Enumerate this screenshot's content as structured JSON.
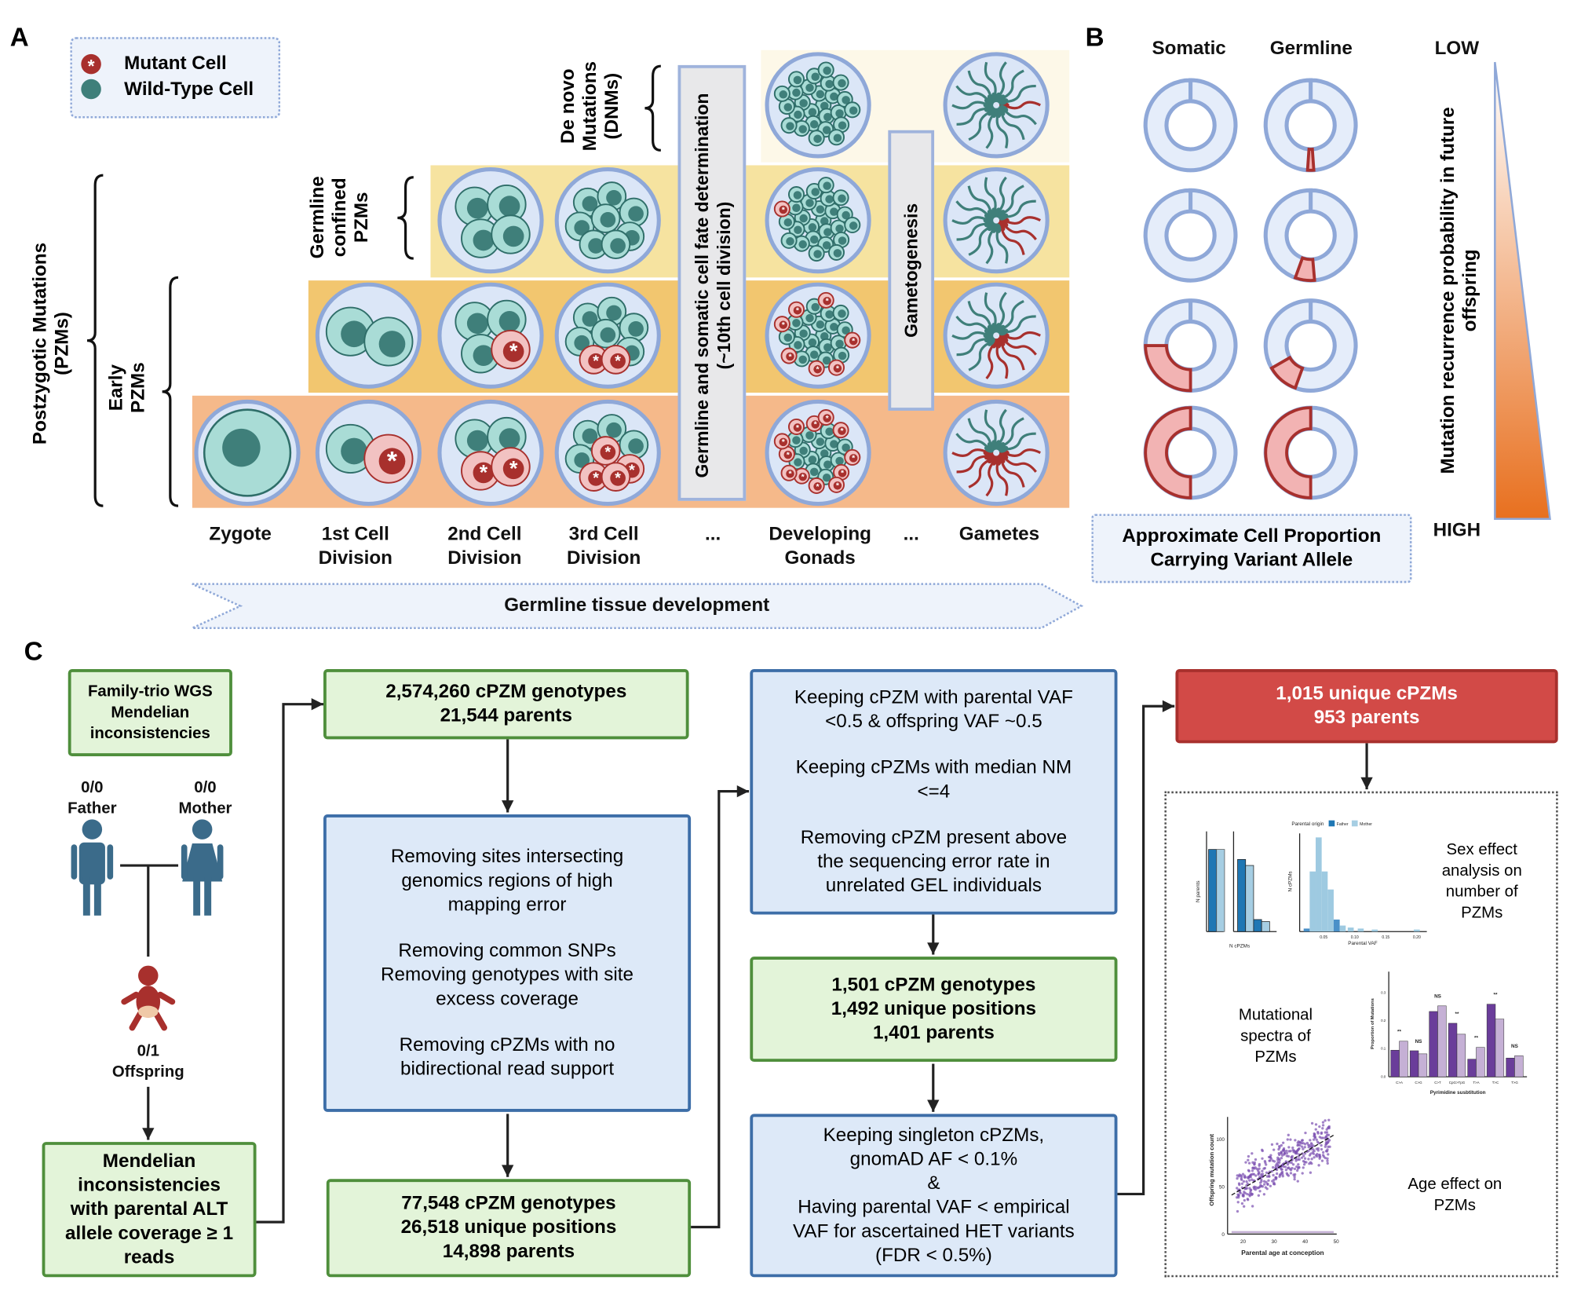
{
  "panels": {
    "a": "A",
    "b": "B",
    "c": "C"
  },
  "colors": {
    "mutant": "#a8302d",
    "wildtype": "#3f7f7a",
    "row_early": "#f5b98a",
    "row_mid": "#f2c66f",
    "row_top": "#f6e3a0",
    "row_dnm": "#fdf8e8",
    "green_box": "#e3f4d9",
    "blue_box": "#dde9f8",
    "red_box": "#d24a47",
    "gradient_high": "#e8701f"
  },
  "panel_a": {
    "legend": {
      "mutant": "Mutant Cell",
      "wildtype": "Wild-Type Cell"
    },
    "mutant_icon": "asterisk-cell-icon",
    "side_labels": {
      "pzm": [
        "Postzygotic Mutations",
        "(PZMs)"
      ],
      "early": [
        "Early",
        "PZMs"
      ],
      "germline_confined": [
        "Germline",
        "confined",
        "PZMs"
      ],
      "dnm": [
        "De novo",
        "Mutations",
        "(DNMs)"
      ]
    },
    "fate_box": [
      "Germline and somatic cell fate determination",
      "(~10th cell division)"
    ],
    "gametogenesis": "Gametogenesis",
    "stages": [
      [
        "Zygote"
      ],
      [
        "1st Cell",
        "Division"
      ],
      [
        "2nd Cell",
        "Division"
      ],
      [
        "3rd Cell",
        "Division"
      ],
      [
        "..."
      ],
      [
        "Developing",
        "Gonads"
      ],
      [
        "..."
      ],
      [
        "Gametes"
      ]
    ],
    "banner": "Germline tissue development"
  },
  "panel_b": {
    "columns": [
      "Somatic",
      "Germline"
    ],
    "low": "LOW",
    "high": "HIGH",
    "axis_label": [
      "Mutation recurrence  probability in future",
      "offspring"
    ],
    "footer": [
      "Approximate Cell Proportion",
      "Carrying Variant Allele"
    ]
  },
  "panel_c": {
    "trio_box": [
      "Family-trio WGS",
      "Mendelian",
      "inconsistencies"
    ],
    "father": {
      "gt": "0/0",
      "label": "Father"
    },
    "mother": {
      "gt": "0/0",
      "label": "Mother"
    },
    "offspring": {
      "gt": "0/1",
      "label": "Offspring"
    },
    "mendel_box": [
      "Mendelian",
      "inconsistencies",
      "with parental ALT",
      "allele coverage ≥ 1",
      "reads"
    ],
    "box1": [
      "2,574,260 cPZM genotypes",
      "21,544 parents"
    ],
    "filter1": [
      "Removing sites intersecting",
      "genomics regions of high",
      "mapping error",
      "",
      "Removing common SNPs",
      "Removing genotypes with site",
      "excess coverage",
      "",
      "Removing cPZMs with no",
      "bidirectional read support"
    ],
    "box2": [
      "77,548  cPZM genotypes",
      "26,518 unique positions",
      "14,898 parents"
    ],
    "filter2": [
      "Keeping cPZM with parental VAF",
      "<0.5 & offspring VAF ~0.5",
      "",
      "Keeping cPZMs with median NM",
      "<=4",
      "",
      "Removing cPZM present above",
      "the sequencing error rate in",
      "unrelated GEL individuals"
    ],
    "box3": [
      "1,501  cPZM genotypes",
      "1,492 unique  positions",
      "1,401 parents"
    ],
    "filter3": [
      "Keeping singleton cPZMs,",
      "gnomAD AF < 0.1%",
      "&",
      "Having parental VAF < empirical",
      "VAF for ascertained HET variants",
      "(FDR < 0.5%)"
    ],
    "final_box": [
      "1,015 unique cPZMs",
      "953 parents"
    ],
    "analyses": {
      "sex": [
        "Sex effect",
        "analysis on",
        "number of",
        "PZMs"
      ],
      "spectra": [
        "Mutational",
        "spectra of",
        "PZMs"
      ],
      "age": [
        "Age effect on",
        "PZMs"
      ]
    },
    "thumb_sex": {
      "legend_title": "Parental origin",
      "legend": [
        "Father",
        "Mother"
      ],
      "y1_label": "N parents",
      "x1_label": "N cPZMs",
      "y2_label": "N cPZMs",
      "x2_label": "Parental VAF",
      "x2_ticks": [
        "0.05",
        "0.10",
        "0.15",
        "0.20"
      ]
    },
    "thumb_spectra": {
      "ylabel": "Proportion of Mutations",
      "xlabel": "Pyrimidine susbtitution",
      "categories": [
        "C>A",
        "C>G",
        "C>T",
        "CpG>TpG",
        "T>A",
        "T>C",
        "T>G"
      ],
      "father": [
        0.095,
        0.093,
        0.233,
        0.191,
        0.063,
        0.259,
        0.067
      ],
      "mother": [
        0.127,
        0.082,
        0.253,
        0.152,
        0.105,
        0.206,
        0.075
      ],
      "sig": [
        "**",
        "NS",
        "NS",
        "**",
        "**",
        "**",
        "NS"
      ],
      "yticks": [
        "0.0",
        "0.1",
        "0.2",
        "0.3"
      ]
    },
    "thumb_age": {
      "ylabel": "Offspring mutation count",
      "xlabel": "Parental age at conception",
      "xticks": [
        "20",
        "30",
        "40",
        "50"
      ],
      "yticks": [
        "0",
        "50",
        "100"
      ]
    }
  }
}
